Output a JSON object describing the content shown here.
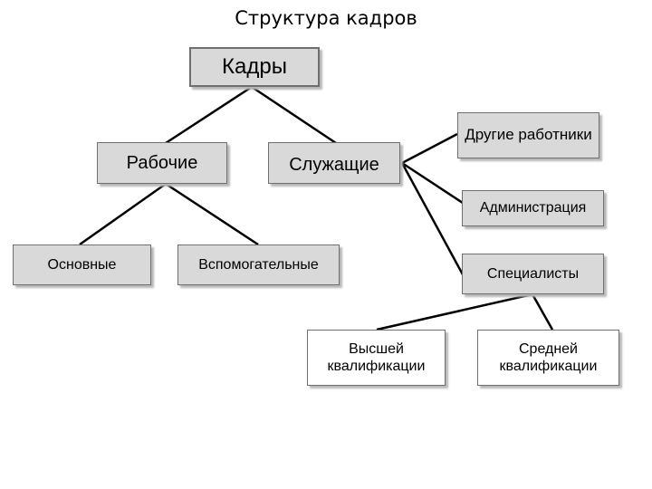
{
  "title": "Структура кадров",
  "nodes": {
    "kadry": "Кадры",
    "rabochie": "Рабочие",
    "sluzhaschie": "Служащие",
    "drugie": "Другие работники",
    "administraciya": "Администрация",
    "osnovnye": "Основные",
    "vspomogatelnye": "Вспомогательные",
    "specialisty": "Специалисты",
    "vysshey": "Высшей квалификации",
    "sredney": "Средней квалификации"
  },
  "colors": {
    "box_fill": "#d9d9d9",
    "box_fill_white": "#ffffff",
    "border": "#6f6f6f",
    "line": "#000000"
  }
}
